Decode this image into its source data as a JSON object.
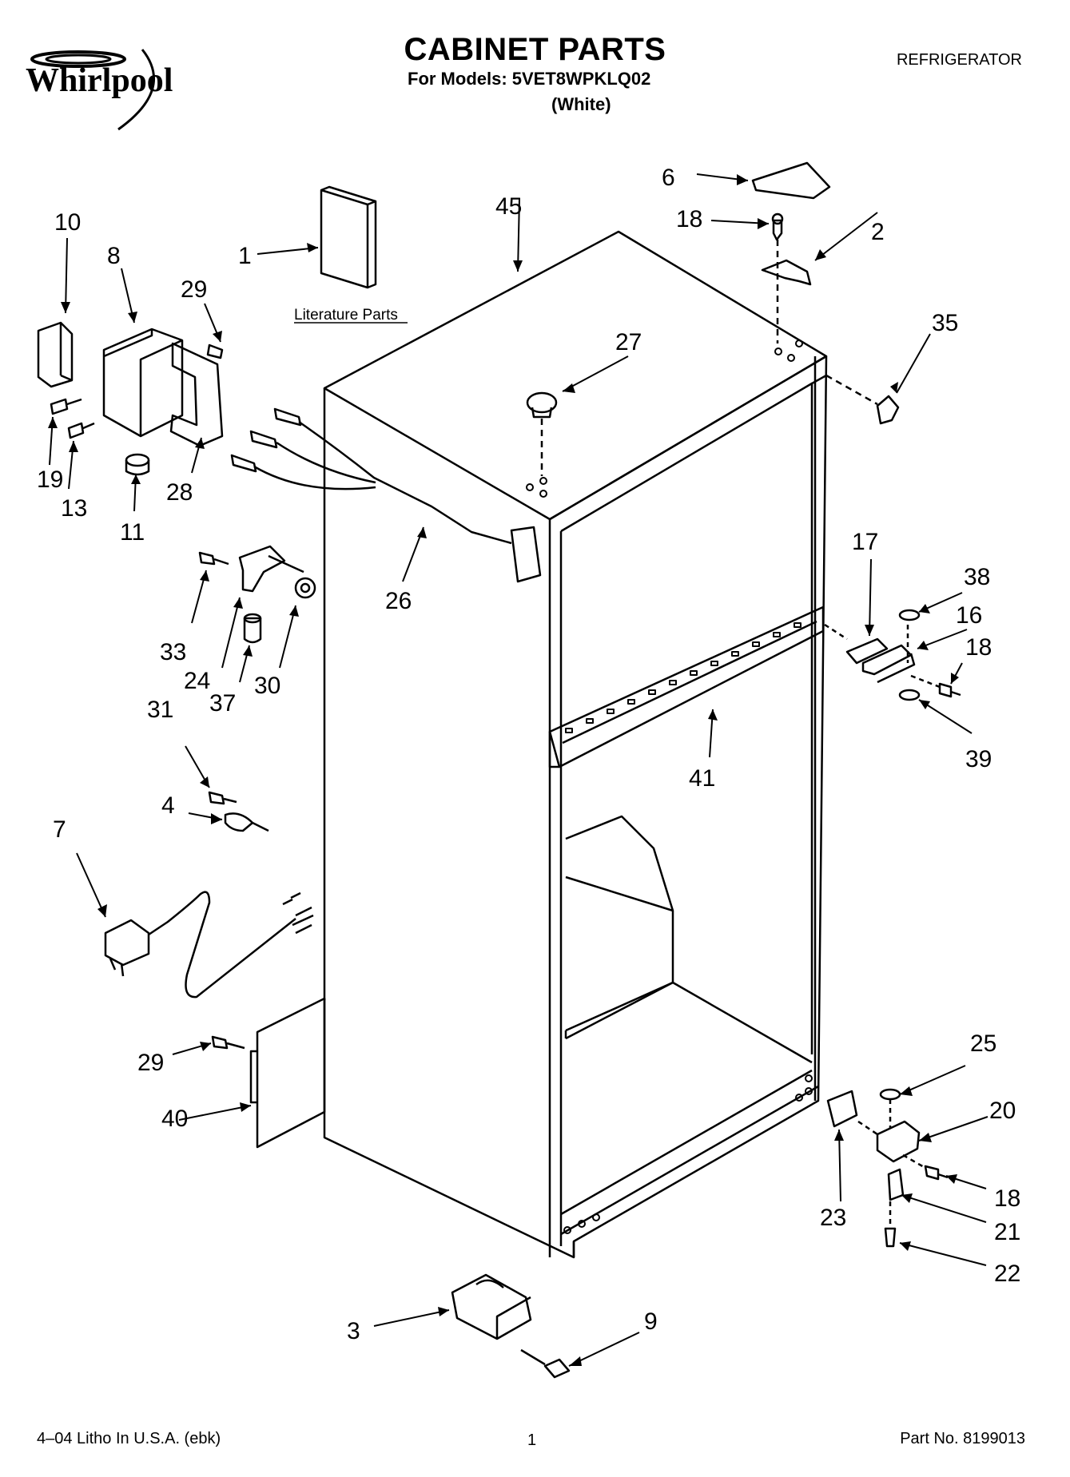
{
  "header": {
    "brand": "Whirlpool",
    "title": "CABINET PARTS",
    "models_line": "For Models: 5VET8WPKLQ02",
    "color_line": "(White)",
    "product": "REFRIGERATOR"
  },
  "literature_label": "Literature Parts",
  "callouts": {
    "c1": "1",
    "c2": "2",
    "c3": "3",
    "c4": "4",
    "c6": "6",
    "c7": "7",
    "c8": "8",
    "c9": "9",
    "c10": "10",
    "c11": "11",
    "c13": "13",
    "c16": "16",
    "c17": "17",
    "c18a": "18",
    "c18b": "18",
    "c18c": "18",
    "c19": "19",
    "c20": "20",
    "c21": "21",
    "c22": "22",
    "c23": "23",
    "c24": "24",
    "c25": "25",
    "c26": "26",
    "c27": "27",
    "c28": "28",
    "c29a": "29",
    "c29b": "29",
    "c30": "30",
    "c31": "31",
    "c33": "33",
    "c35": "35",
    "c37": "37",
    "c38": "38",
    "c39": "39",
    "c40": "40",
    "c41": "41",
    "c45": "45"
  },
  "footer": {
    "left": "4–04 Litho In U.S.A. (ebk)",
    "page": "1",
    "part_no": "Part No. 8199013"
  }
}
